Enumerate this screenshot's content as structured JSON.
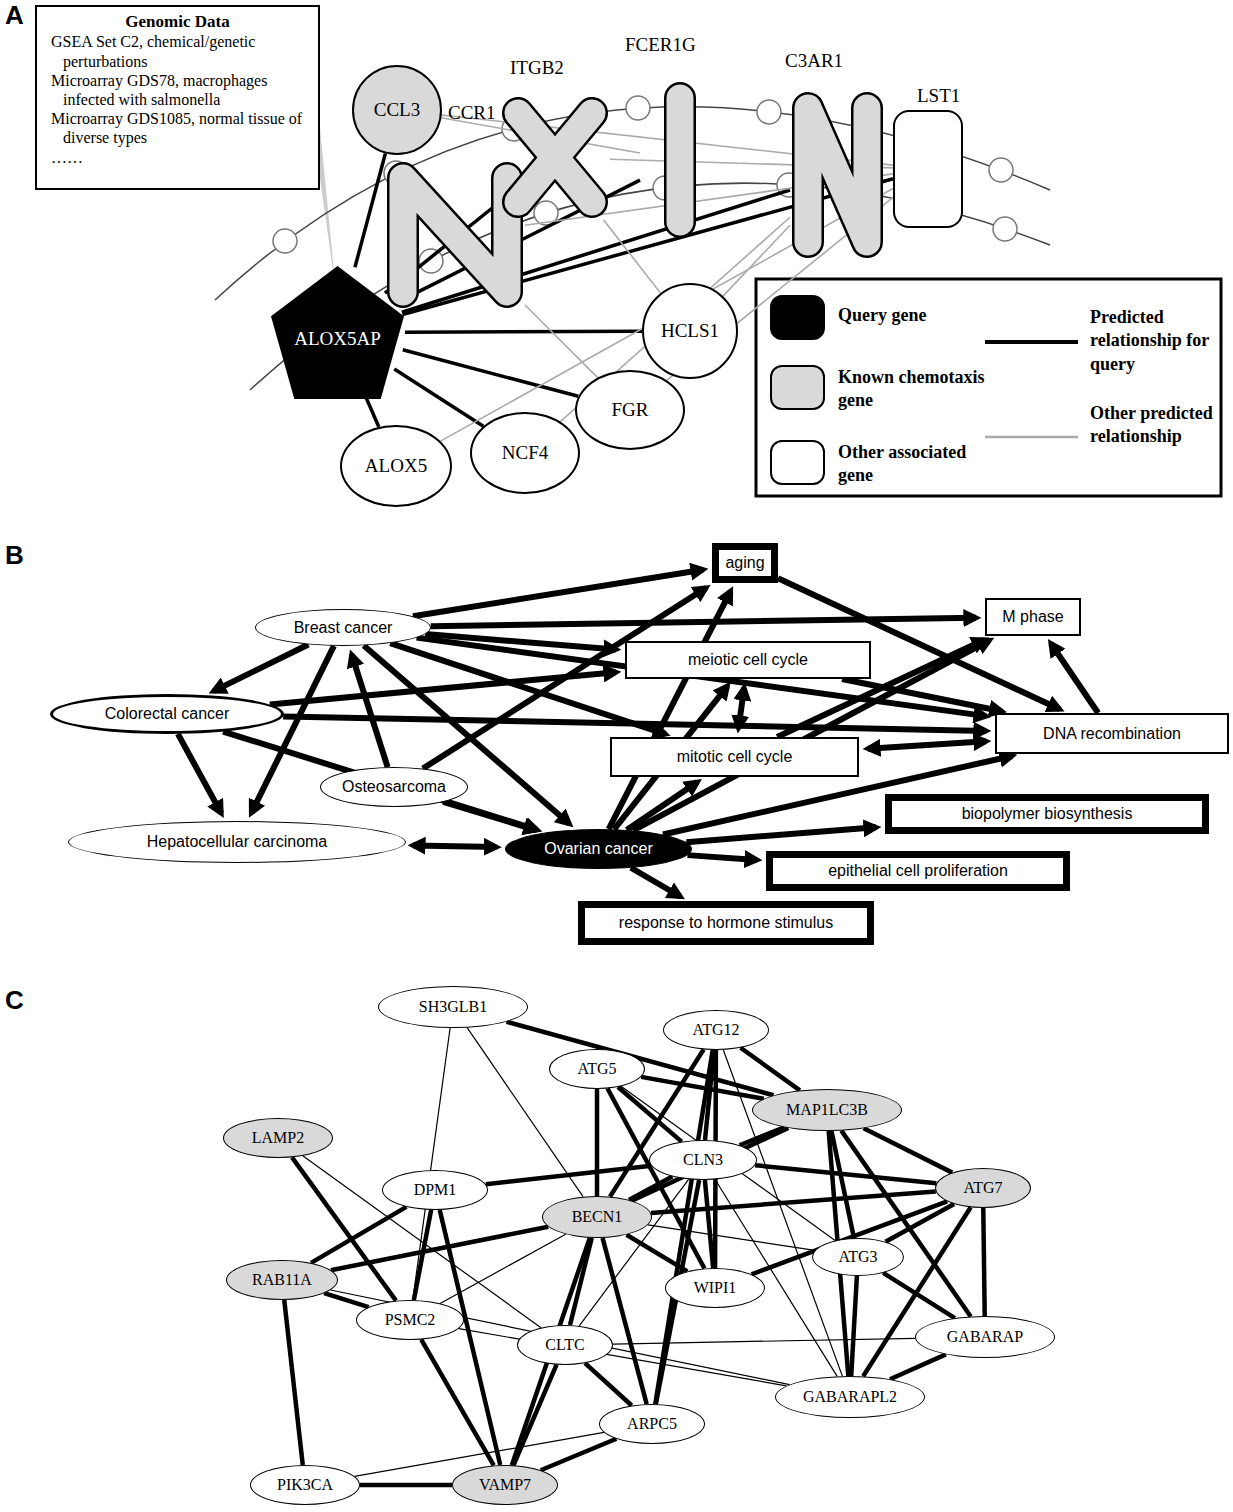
{
  "diagram": {
    "nodes": [
      {
        "text": [
          "Genomic Data",
          "GSEA Set C2, chemical/genetic perturbations",
          "Microarray GDS78, macrophages infected with salmonella",
          "Microarray GDS1085, normal tissue of diverse types",
          "……"
        ]
      },
      {
        "text": [
          "CCL3"
        ]
      },
      {
        "text": [
          "CCR1"
        ]
      },
      {
        "text": [
          "ITGB2"
        ]
      },
      {
        "text": [
          "FCER1G"
        ]
      },
      {
        "text": [
          "C3AR1"
        ]
      },
      {
        "text": [
          "LST1"
        ]
      },
      {
        "text": [
          "ALOX5AP"
        ]
      },
      {
        "text": [
          "HCLS1"
        ]
      },
      {
        "text": [
          "FGR"
        ]
      },
      {
        "text": [
          "NCF4"
        ]
      },
      {
        "text": [
          "ALOX5"
        ]
      },
      {
        "text": [
          "aging"
        ]
      },
      {
        "text": [
          "M phase"
        ]
      },
      {
        "text": [
          "Breast cancer"
        ]
      },
      {
        "text": [
          "meiotic cell cycle"
        ]
      },
      {
        "text": [
          "Colorectal cancer"
        ]
      },
      {
        "text": [
          "DNA recombination"
        ]
      },
      {
        "text": [
          "mitotic cell cycle"
        ]
      },
      {
        "text": [
          "Osteosarcoma"
        ]
      },
      {
        "text": [
          "biopolymer biosynthesis"
        ]
      },
      {
        "text": [
          "Hepatocellular carcinoma"
        ]
      },
      {
        "text": [
          "Ovarian cancer"
        ]
      },
      {
        "text": [
          "epithelial cell proliferation"
        ]
      },
      {
        "text": [
          "response to hormone stimulus"
        ]
      },
      {
        "text": [
          "SH3GLB1"
        ]
      },
      {
        "text": [
          "ATG12"
        ]
      },
      {
        "text": [
          "ATG5"
        ]
      },
      {
        "text": [
          "MAP1LC3B"
        ]
      },
      {
        "text": [
          "LAMP2"
        ]
      },
      {
        "text": [
          "CLN3"
        ]
      },
      {
        "text": [
          "DPM1"
        ]
      },
      {
        "text": [
          "BECN1"
        ]
      },
      {
        "text": [
          "ATG7"
        ]
      },
      {
        "text": [
          "RAB11A"
        ]
      },
      {
        "text": [
          "ATG3"
        ]
      },
      {
        "text": [
          "WIPI1"
        ]
      },
      {
        "text": [
          "PSMC2"
        ]
      },
      {
        "text": [
          "CLTC"
        ]
      },
      {
        "text": [
          "GABARAP"
        ]
      },
      {
        "text": [
          "GABARAPL2"
        ]
      },
      {
        "text": [
          "ARPC5"
        ]
      },
      {
        "text": [
          "PIK3CA"
        ]
      },
      {
        "text": [
          "VAMP7"
        ]
      }
    ],
    "edges": [
      {
        "from": 7,
        "to": 1,
        "arrow": "none"
      },
      {
        "from": 7,
        "to": 2,
        "arrow": "none"
      },
      {
        "from": 7,
        "to": 3,
        "arrow": "none"
      },
      {
        "from": 7,
        "to": 4,
        "arrow": "none"
      },
      {
        "from": 7,
        "to": 5,
        "arrow": "none"
      },
      {
        "from": 7,
        "to": 6,
        "arrow": "none"
      },
      {
        "from": 7,
        "to": 8,
        "arrow": "none"
      },
      {
        "from": 7,
        "to": 9,
        "arrow": "none"
      },
      {
        "from": 7,
        "to": 10,
        "arrow": "none"
      },
      {
        "from": 7,
        "to": 11,
        "arrow": "none"
      },
      {
        "from": 1,
        "to": 6,
        "arrow": "none"
      },
      {
        "from": 1,
        "to": 4,
        "arrow": "none"
      },
      {
        "from": 2,
        "to": 6,
        "arrow": "none"
      },
      {
        "from": 3,
        "to": 6,
        "arrow": "none"
      },
      {
        "from": 3,
        "to": 8,
        "arrow": "none"
      },
      {
        "from": 9,
        "to": 2,
        "arrow": "none"
      },
      {
        "from": 9,
        "to": 6,
        "arrow": "none"
      },
      {
        "from": 10,
        "to": 5,
        "arrow": "none"
      },
      {
        "from": 11,
        "to": 6,
        "arrow": "none"
      },
      {
        "from": 8,
        "to": 5,
        "arrow": "none"
      },
      {
        "from": 14,
        "to": 12,
        "arrow": "to"
      },
      {
        "from": 14,
        "to": 13,
        "arrow": "to"
      },
      {
        "from": 14,
        "to": 15,
        "arrow": "to"
      },
      {
        "from": 14,
        "to": 16,
        "arrow": "to"
      },
      {
        "from": 14,
        "to": 21,
        "arrow": "to"
      },
      {
        "from": 14,
        "to": 22,
        "arrow": "to"
      },
      {
        "from": 14,
        "to": 18,
        "arrow": "to"
      },
      {
        "from": 14,
        "to": 17,
        "arrow": "to"
      },
      {
        "from": 19,
        "to": 14,
        "arrow": "to"
      },
      {
        "from": 16,
        "to": 15,
        "arrow": "to"
      },
      {
        "from": 16,
        "to": 17,
        "arrow": "to"
      },
      {
        "from": 16,
        "to": 21,
        "arrow": "to"
      },
      {
        "from": 16,
        "to": 22,
        "arrow": "to"
      },
      {
        "from": 19,
        "to": 12,
        "arrow": "to"
      },
      {
        "from": 19,
        "to": 22,
        "arrow": "to"
      },
      {
        "from": 22,
        "to": 21,
        "arrow": "both"
      },
      {
        "from": 22,
        "to": 12,
        "arrow": "to"
      },
      {
        "from": 22,
        "to": 15,
        "arrow": "to"
      },
      {
        "from": 22,
        "to": 18,
        "arrow": "to"
      },
      {
        "from": 22,
        "to": 13,
        "arrow": "to"
      },
      {
        "from": 22,
        "to": 17,
        "arrow": "to"
      },
      {
        "from": 22,
        "to": 20,
        "arrow": "to"
      },
      {
        "from": 22,
        "to": 23,
        "arrow": "to"
      },
      {
        "from": 22,
        "to": 24,
        "arrow": "to"
      },
      {
        "from": 12,
        "to": 17,
        "arrow": "to"
      },
      {
        "from": 15,
        "to": 18,
        "arrow": "both"
      },
      {
        "from": 15,
        "to": 17,
        "arrow": "to"
      },
      {
        "from": 17,
        "to": 13,
        "arrow": "to"
      },
      {
        "from": 17,
        "to": 18,
        "arrow": "both"
      },
      {
        "from": 18,
        "to": 13,
        "arrow": "to"
      },
      {
        "from": 25,
        "to": 28,
        "arrow": "none"
      },
      {
        "from": 25,
        "to": 37,
        "arrow": "none"
      },
      {
        "from": 25,
        "to": 32,
        "arrow": "none"
      },
      {
        "from": 26,
        "to": 28,
        "arrow": "none"
      },
      {
        "from": 26,
        "to": 32,
        "arrow": "none"
      },
      {
        "from": 26,
        "to": 30,
        "arrow": "none"
      },
      {
        "from": 26,
        "to": 36,
        "arrow": "none"
      },
      {
        "from": 26,
        "to": 40,
        "arrow": "none"
      },
      {
        "from": 26,
        "to": 41,
        "arrow": "none"
      },
      {
        "from": 27,
        "to": 28,
        "arrow": "none"
      },
      {
        "from": 27,
        "to": 32,
        "arrow": "none"
      },
      {
        "from": 27,
        "to": 30,
        "arrow": "none"
      },
      {
        "from": 27,
        "to": 36,
        "arrow": "none"
      },
      {
        "from": 27,
        "to": 35,
        "arrow": "none"
      },
      {
        "from": 28,
        "to": 32,
        "arrow": "none"
      },
      {
        "from": 28,
        "to": 30,
        "arrow": "none"
      },
      {
        "from": 28,
        "to": 33,
        "arrow": "none"
      },
      {
        "from": 28,
        "to": 35,
        "arrow": "none"
      },
      {
        "from": 28,
        "to": 39,
        "arrow": "none"
      },
      {
        "from": 28,
        "to": 40,
        "arrow": "none"
      },
      {
        "from": 29,
        "to": 37,
        "arrow": "none"
      },
      {
        "from": 29,
        "to": 38,
        "arrow": "none"
      },
      {
        "from": 30,
        "to": 33,
        "arrow": "none"
      },
      {
        "from": 30,
        "to": 36,
        "arrow": "none"
      },
      {
        "from": 30,
        "to": 41,
        "arrow": "none"
      },
      {
        "from": 30,
        "to": 32,
        "arrow": "none"
      },
      {
        "from": 30,
        "to": 40,
        "arrow": "none"
      },
      {
        "from": 30,
        "to": 38,
        "arrow": "none"
      },
      {
        "from": 31,
        "to": 30,
        "arrow": "none"
      },
      {
        "from": 31,
        "to": 37,
        "arrow": "none"
      },
      {
        "from": 31,
        "to": 43,
        "arrow": "none"
      },
      {
        "from": 31,
        "to": 34,
        "arrow": "none"
      },
      {
        "from": 32,
        "to": 34,
        "arrow": "none"
      },
      {
        "from": 32,
        "to": 36,
        "arrow": "none"
      },
      {
        "from": 32,
        "to": 38,
        "arrow": "none"
      },
      {
        "from": 32,
        "to": 43,
        "arrow": "none"
      },
      {
        "from": 32,
        "to": 41,
        "arrow": "none"
      },
      {
        "from": 32,
        "to": 37,
        "arrow": "none"
      },
      {
        "from": 32,
        "to": 33,
        "arrow": "none"
      },
      {
        "from": 32,
        "to": 35,
        "arrow": "none"
      },
      {
        "from": 33,
        "to": 36,
        "arrow": "none"
      },
      {
        "from": 33,
        "to": 35,
        "arrow": "none"
      },
      {
        "from": 33,
        "to": 39,
        "arrow": "none"
      },
      {
        "from": 33,
        "to": 40,
        "arrow": "none"
      },
      {
        "from": 34,
        "to": 37,
        "arrow": "none"
      },
      {
        "from": 34,
        "to": 42,
        "arrow": "none"
      },
      {
        "from": 34,
        "to": 40,
        "arrow": "none"
      },
      {
        "from": 35,
        "to": 39,
        "arrow": "none"
      },
      {
        "from": 35,
        "to": 40,
        "arrow": "none"
      },
      {
        "from": 37,
        "to": 43,
        "arrow": "none"
      },
      {
        "from": 37,
        "to": 40,
        "arrow": "none"
      },
      {
        "from": 38,
        "to": 41,
        "arrow": "none"
      },
      {
        "from": 38,
        "to": 43,
        "arrow": "none"
      },
      {
        "from": 38,
        "to": 39,
        "arrow": "none"
      },
      {
        "from": 39,
        "to": 40,
        "arrow": "none"
      },
      {
        "from": 41,
        "to": 43,
        "arrow": "none"
      },
      {
        "from": 41,
        "to": 42,
        "arrow": "none"
      },
      {
        "from": 42,
        "to": 43,
        "arrow": "none"
      }
    ],
    "labels": [
      "A",
      "B",
      "C"
    ],
    "legend": [
      {
        "text": "Query gene",
        "color": "#000000"
      },
      {
        "text": "Known chemotaxis gene",
        "color": "#d9d9d9"
      },
      {
        "text": "Other associated gene",
        "color": "#ffffff"
      },
      {
        "text": "Predicted relationship for query"
      },
      {
        "text": "Other predicted relationship"
      }
    ]
  }
}
